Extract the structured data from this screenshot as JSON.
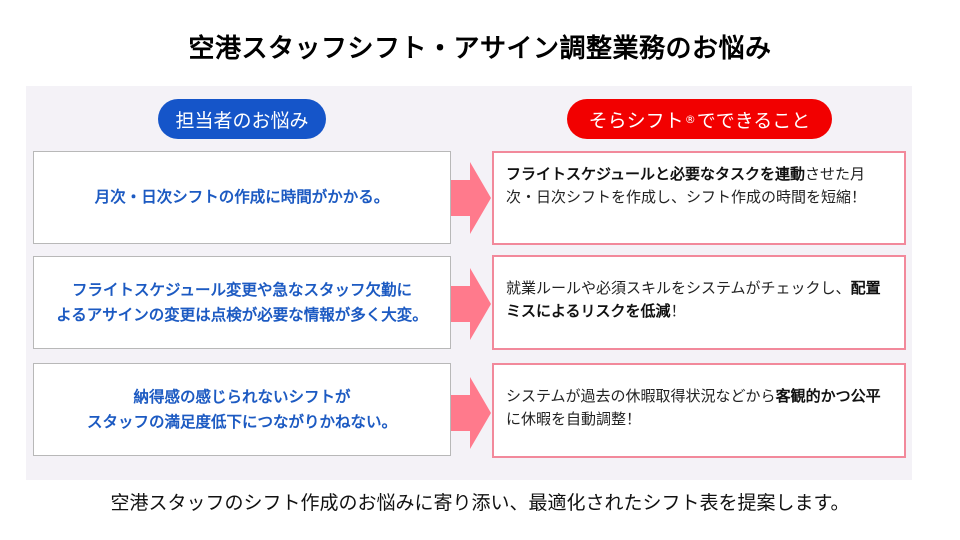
{
  "title": "空港スタッフシフト・アサイン調整業務のお悩み",
  "left_header": "担当者のお悩み",
  "right_header": {
    "prefix": "そらシフト",
    "mark": "®",
    "suffix": "でできること"
  },
  "rows": [
    {
      "problem_lines": [
        "月次・日次シフトの作成に時間がかかる。"
      ],
      "solution": {
        "bold_1": "フライトスケジュールと必要なタスクを連動",
        "text_1": "させた月次・日次シフトを作成し、シフト作成の時間を短縮！",
        "bold_2": "",
        "text_2": ""
      }
    },
    {
      "problem_lines": [
        "フライトスケジュール変更や急なスタッフ欠勤に",
        "よるアサインの変更は点検が必要な情報が多く大変。"
      ],
      "solution": {
        "text_0": "就業ルールや必須スキルをシステムがチェックし、",
        "bold_1": "配置ミスによるリスクを低減",
        "text_1": "！"
      }
    },
    {
      "problem_lines": [
        "納得感の感じられないシフトが",
        "スタッフの満足度低下につながりかねない。"
      ],
      "solution": {
        "text_0": "システムが過去の休暇取得状況などから",
        "bold_1": "客観的かつ公平",
        "text_1": "に休暇を自動調整！"
      }
    }
  ],
  "footer": "空港スタッフのシフト作成のお悩みに寄り添い、最適化されたシフト表を提案します。",
  "colors": {
    "blue_pill": "#1555c9",
    "red_pill": "#f20000",
    "problem_text": "#1c5ac2",
    "arrow": "#ff7a8c",
    "solution_border": "#f2899b",
    "panel_bg": "#f4f2f7"
  }
}
